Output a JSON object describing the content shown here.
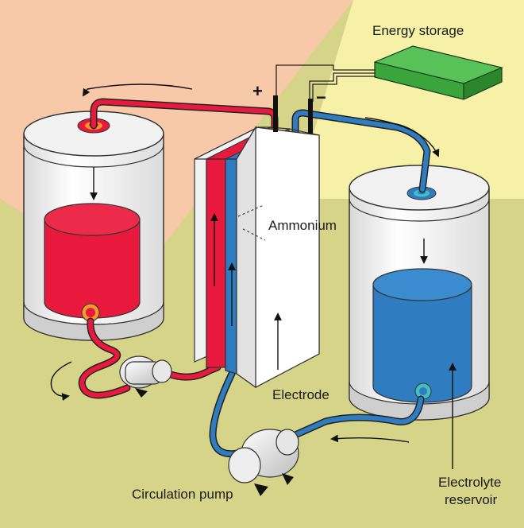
{
  "labels": {
    "energy_storage": "Energy storage",
    "ammonium": "Ammonium",
    "electrode": "Electrode",
    "circulation_pump": "Circulation pump",
    "electrolyte_reservoir_line1": "Electrolyte",
    "electrolyte_reservoir_line2": "reservoir",
    "plus": "+",
    "minus": "−"
  },
  "colors": {
    "bg_peach": "#f7c9a8",
    "bg_yellow": "#f6f1a6",
    "bg_olive": "#d6d488",
    "red_electrolyte": "#e8193c",
    "blue_electrolyte": "#2f7cc0",
    "battery_green": "#3aa53a",
    "tank_white": "#ffffff",
    "tank_grey": "#e6e6e6"
  },
  "icons": [
    "left-reservoir-tank",
    "right-reservoir-tank",
    "battery-box",
    "cell-stack",
    "left-pump-icon",
    "right-pump-icon",
    "flow-arrow-icon"
  ]
}
